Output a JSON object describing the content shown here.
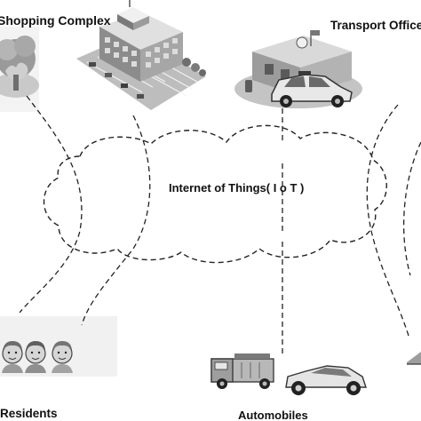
{
  "nodes": {
    "shopping_complex": "Shopping Complex",
    "transport_office": "Transport Office",
    "residents": "Residents",
    "automobiles": "Automobiles"
  },
  "cloud": {
    "label": "Internet of Things( I o T )"
  },
  "icons": {
    "shopping_complex": "shopping-mall-building-icon",
    "transport_office": "police-station-with-police-car-icon",
    "residents": "three-person-faces-icon",
    "automobiles": "truck-and-car-icon",
    "tree": "tree-icon"
  },
  "colors": {
    "ink": "#111111",
    "line": "#222222"
  }
}
